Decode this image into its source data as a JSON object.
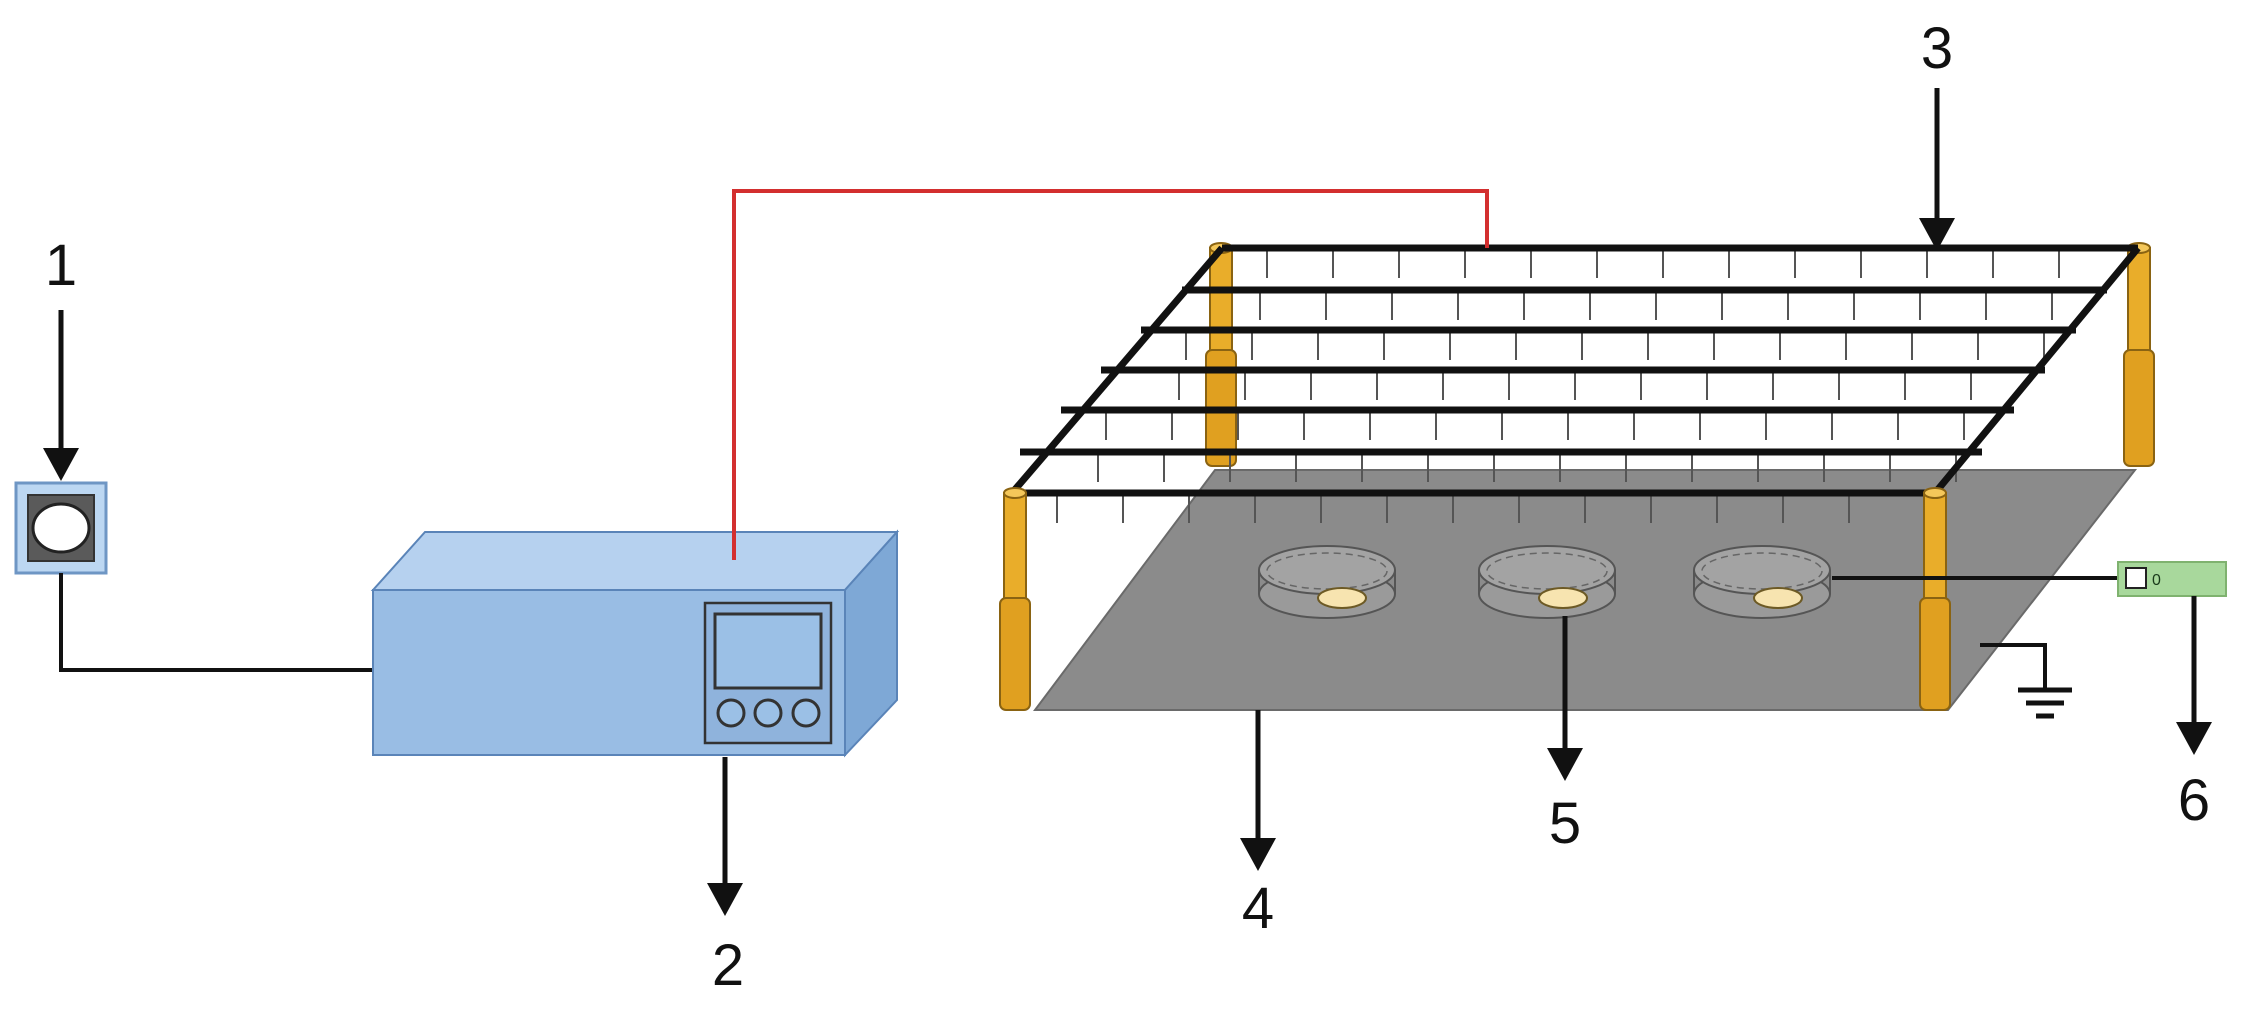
{
  "callouts": {
    "c1": "1",
    "c2": "2",
    "c3": "3",
    "c4": "4",
    "c5": "5",
    "c6": "6"
  },
  "meter": {
    "reading": "0"
  },
  "colors": {
    "power_supply": "#99bde4",
    "power_supply_top": "#b6d1ef",
    "power_supply_side": "#7ea8d6",
    "wire_hv": "#d32f2f",
    "ground_plate": "#8a8a8a",
    "insulator": "#e9ad2a",
    "meter": "#a8d89c",
    "sample": "#f7e4b0"
  },
  "icons": [
    "power-socket-icon",
    "ground-symbol-icon",
    "ammeter-icon"
  ]
}
